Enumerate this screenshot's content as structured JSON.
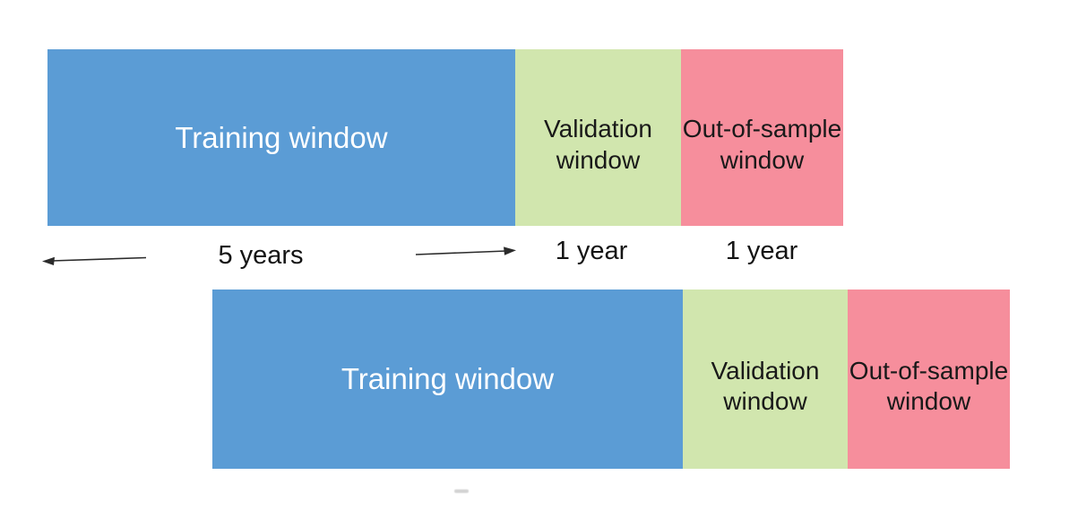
{
  "colors": {
    "training_fill": "#5b9cd5",
    "validation_fill": "#d1e6ae",
    "out_of_sample_fill": "#f68e9c",
    "training_text": "#ffffff",
    "dark_text": "#191919",
    "annotation_text": "#141414",
    "arrow": "#2b2b2b",
    "background": "#ffffff"
  },
  "folds": [
    {
      "segments": [
        {
          "id": "training",
          "label": "Training window"
        },
        {
          "id": "validation",
          "label": "Validation window"
        },
        {
          "id": "out_of_sample",
          "label": "Out-of-sample window"
        }
      ]
    },
    {
      "segments": [
        {
          "id": "training",
          "label": "Training window"
        },
        {
          "id": "validation",
          "label": "Validation window"
        },
        {
          "id": "out_of_sample",
          "label": "Out-of-sample window"
        }
      ]
    }
  ],
  "durations": {
    "training": "5 years",
    "validation": "1 year",
    "out_of_sample": "1 year"
  }
}
